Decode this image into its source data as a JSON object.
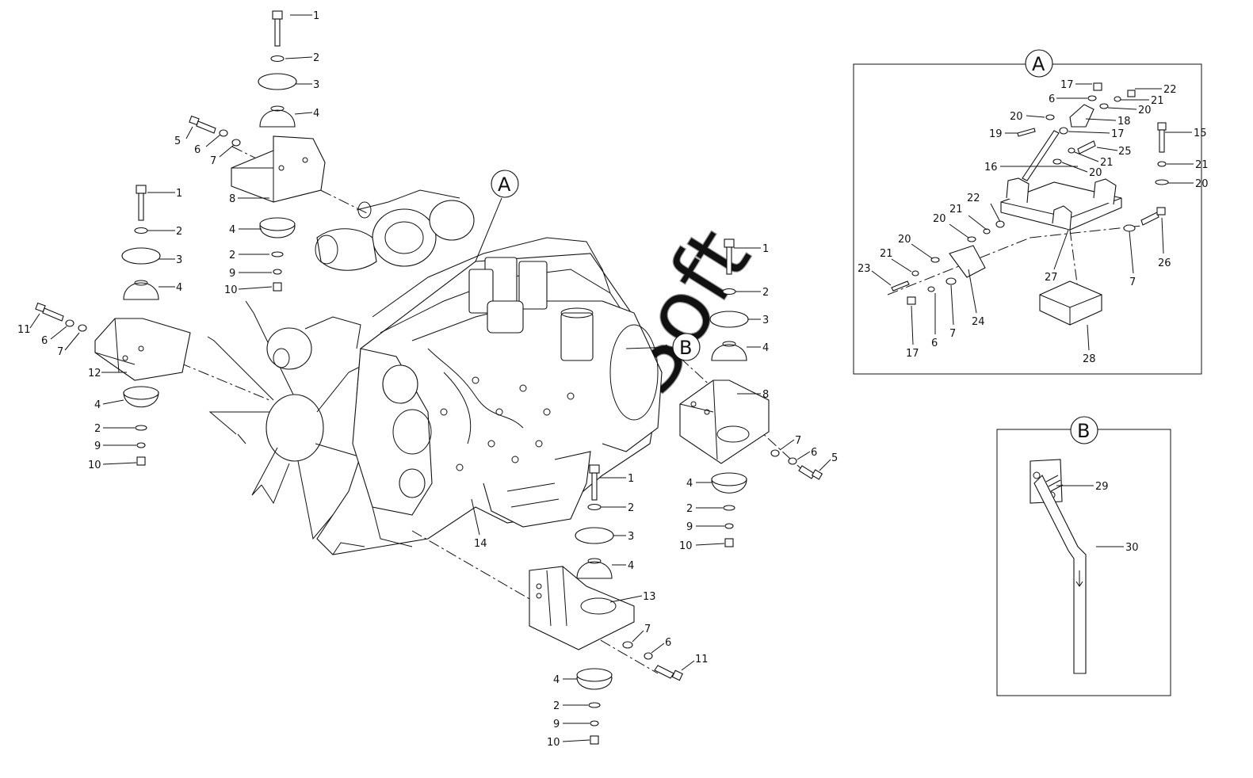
{
  "diagram": {
    "watermark": "Soft",
    "detail_letters": {
      "a": "A",
      "b": "B"
    },
    "part_numbers": {
      "p1": "1",
      "p2": "2",
      "p3": "3",
      "p4": "4",
      "p5": "5",
      "p6": "6",
      "p7": "7",
      "p8": "8",
      "p9": "9",
      "p10": "10",
      "p11": "11",
      "p12": "12",
      "p13": "13",
      "p14": "14",
      "p15": "15",
      "p16": "16",
      "p17": "17",
      "p18": "18",
      "p19": "19",
      "p20": "20",
      "p21": "21",
      "p22": "22",
      "p23": "23",
      "p24": "24",
      "p25": "25",
      "p26": "26",
      "p27": "27",
      "p28": "28",
      "p29": "29",
      "p30": "30"
    }
  }
}
